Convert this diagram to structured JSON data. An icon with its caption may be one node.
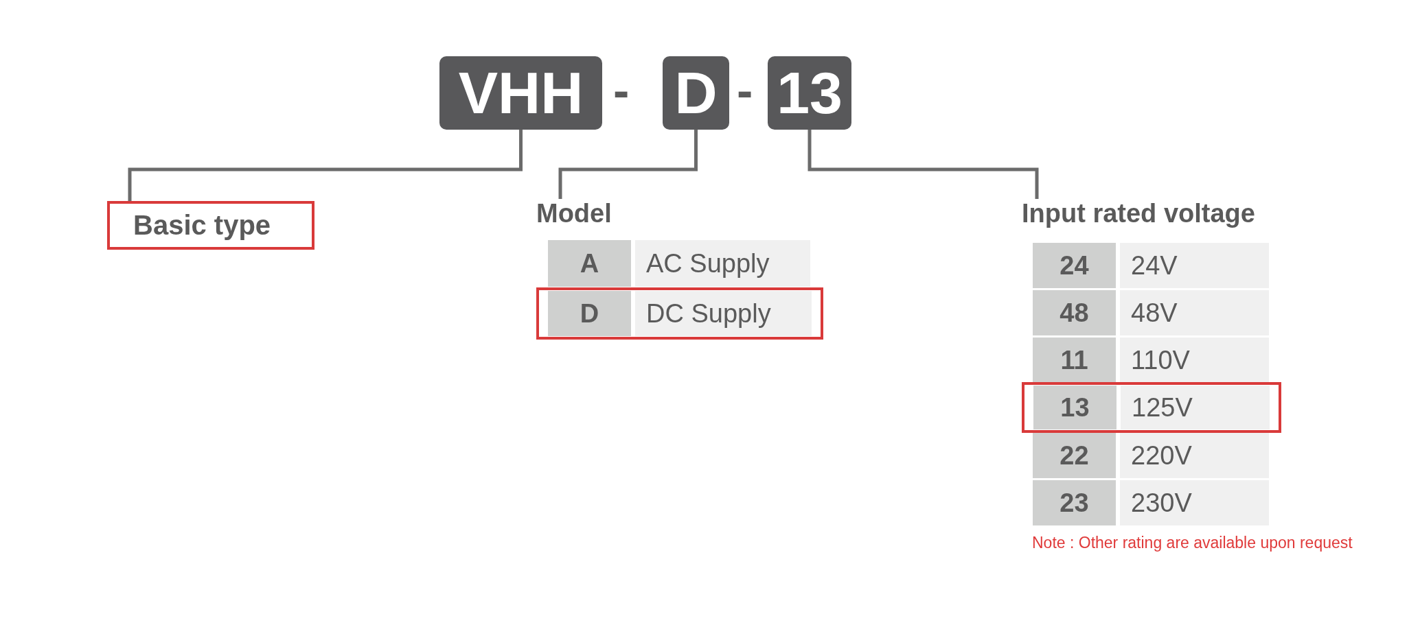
{
  "diagram": {
    "nodes": [
      {
        "text": [
          "VHH"
        ]
      },
      {
        "text": [
          "D"
        ]
      },
      {
        "text": [
          "13"
        ]
      },
      {
        "text": [
          "Basic type"
        ]
      },
      {
        "text": [
          "Model"
        ]
      },
      {
        "text": [
          "A",
          "AC Supply"
        ],
        "in": 4
      },
      {
        "text": [
          "D",
          "DC Supply"
        ],
        "in": 4
      },
      {
        "text": [
          "Input rated voltage"
        ]
      },
      {
        "text": [
          "24",
          "24V"
        ],
        "in": 7
      },
      {
        "text": [
          "48",
          "48V"
        ],
        "in": 7
      },
      {
        "text": [
          "11",
          "110V"
        ],
        "in": 7
      },
      {
        "text": [
          "13",
          "125V"
        ],
        "in": 7
      },
      {
        "text": [
          "22",
          "220V"
        ],
        "in": 7
      },
      {
        "text": [
          "23",
          "230V"
        ],
        "in": 7
      }
    ],
    "edges": [
      {
        "from": 0,
        "to": 3,
        "arrow": "none"
      },
      {
        "from": 1,
        "to": 4,
        "arrow": "none"
      },
      {
        "from": 2,
        "to": 7,
        "arrow": "none"
      }
    ],
    "labels": [
      "-",
      "-",
      "Note : Other rating are available upon request"
    ]
  }
}
